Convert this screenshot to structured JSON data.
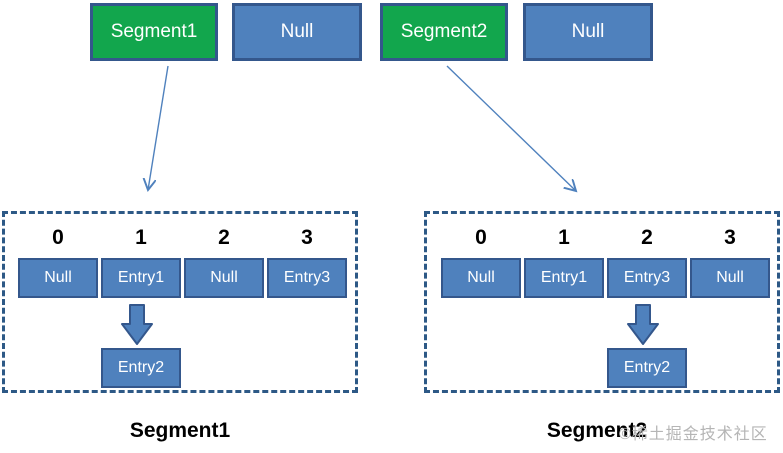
{
  "top_row": [
    {
      "label": "Segment1",
      "kind": "segment"
    },
    {
      "label": "Null",
      "kind": "null"
    },
    {
      "label": "Segment2",
      "kind": "segment"
    },
    {
      "label": "Null",
      "kind": "null"
    }
  ],
  "tables": [
    {
      "caption": "Segment1",
      "indices": [
        "0",
        "1",
        "2",
        "3"
      ],
      "cells": [
        "Null",
        "Entry1",
        "Null",
        "Entry3"
      ],
      "chain_from_index": "1",
      "chain_node": "Entry2"
    },
    {
      "caption": "Segment2",
      "indices": [
        "0",
        "1",
        "2",
        "3"
      ],
      "cells": [
        "Null",
        "Entry1",
        "Entry3",
        "Null"
      ],
      "chain_from_index": "2",
      "chain_node": "Entry2"
    }
  ],
  "watermark": "©稀土掘金技术社区",
  "colors": {
    "segment_green": "#12a64d",
    "node_blue": "#4f81bd",
    "box_border": "#34578c",
    "dashed_border": "#2d5986",
    "arrow_blue": "#4f81bd",
    "watermark_gray": "#b5b5b5"
  }
}
